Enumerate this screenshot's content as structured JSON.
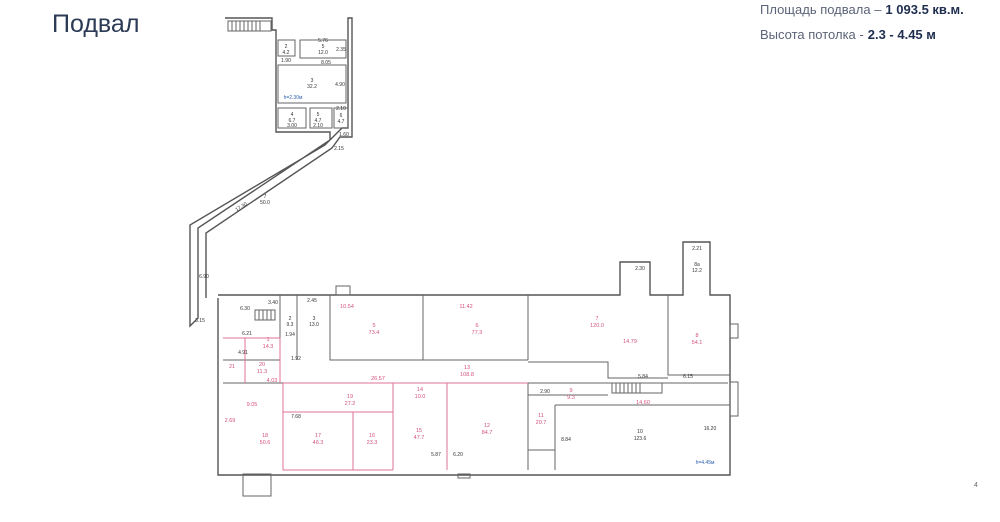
{
  "title": "Подвал",
  "info": {
    "area_label": "Площадь подвала  –",
    "area_value": "1 093.5 кв.м.",
    "height_label": "Высота потолка  -",
    "height_value": "2.3 - 4.45 м"
  },
  "page_number": "4",
  "plan": {
    "rooms": [
      {
        "num": "2",
        "area": "4.2"
      },
      {
        "num": "5",
        "area": "12.0"
      },
      {
        "num": "3",
        "area": "32.2"
      },
      {
        "num": "4",
        "area": "6.7"
      },
      {
        "num": "5",
        "area": "4.7"
      },
      {
        "num": "6",
        "area": "4.7"
      },
      {
        "num": "7",
        "area": "50.0"
      },
      {
        "num": "1",
        "area": "14.3"
      },
      {
        "num": "2",
        "area": "9.3"
      },
      {
        "num": "3",
        "area": "13.0"
      },
      {
        "num": "5",
        "area": "73.4"
      },
      {
        "num": "6",
        "area": "77.3"
      },
      {
        "num": "7",
        "area": "120.0"
      },
      {
        "num": "8",
        "area": "54.1"
      },
      {
        "num": "8a",
        "area": "12.2"
      },
      {
        "num": "13",
        "area": "108.8"
      },
      {
        "num": "19",
        "area": "27.2"
      },
      {
        "num": "14",
        "area": "10.0"
      },
      {
        "num": "18",
        "area": "50.6"
      },
      {
        "num": "17",
        "area": "46.3"
      },
      {
        "num": "16",
        "area": "23.3"
      },
      {
        "num": "15",
        "area": "47.7"
      },
      {
        "num": "12",
        "area": "84.7"
      },
      {
        "num": "11",
        "area": "20.7"
      },
      {
        "num": "9",
        "area": "9.3"
      },
      {
        "num": "10",
        "area": "123.6"
      },
      {
        "num": "20",
        "area": "11.3"
      },
      {
        "num": "21",
        "area": ""
      }
    ],
    "dims": [
      "1.90",
      "5.76",
      "2.35",
      "8.05",
      "4.90",
      "3.00",
      "2.10",
      "2.10",
      "1.60",
      "2.15",
      "17.30",
      "6.90",
      "3.15",
      "6.30",
      "3.40",
      "2.45",
      "10.54",
      "11.42",
      "14.79",
      "5.84",
      "6.15",
      "2.90",
      "14.60",
      "16.20",
      "2.30",
      "2.21",
      "6.21",
      "4.91",
      "1.92",
      "1.94",
      "26.57",
      "9.05",
      "7.68",
      "5.87",
      "6.20",
      "8.84",
      "2.69",
      "4.03"
    ],
    "ceiling_upper": "h=2.30м",
    "ceiling_main": "h=4.45м"
  }
}
